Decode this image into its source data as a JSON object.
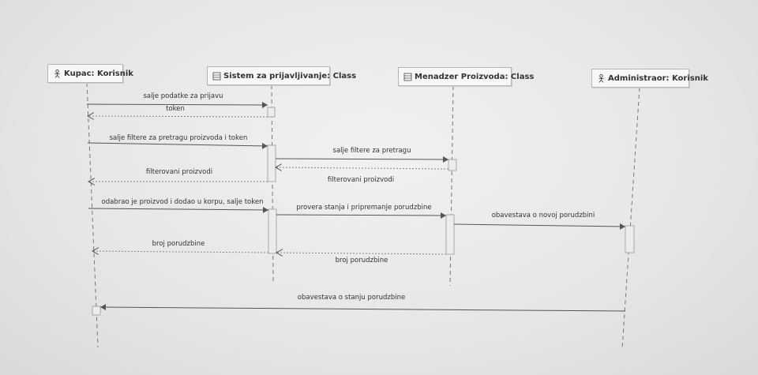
{
  "lifelines": [
    {
      "label": "Kupac: Korisnik",
      "icon": "actor-icon"
    },
    {
      "label": "Sistem za prijavljivanje: Class",
      "icon": "class-icon"
    },
    {
      "label": "Menadzer Proizvoda: Class",
      "icon": "class-icon"
    },
    {
      "label": "Administraor: Korisnik",
      "icon": "actor-icon"
    }
  ],
  "messages": [
    {
      "label": "salje podatke za prijavu",
      "kind": "sync"
    },
    {
      "label": "token",
      "kind": "return"
    },
    {
      "label": "salje filtere za pretragu proizvoda i token",
      "kind": "sync"
    },
    {
      "label": "salje filtere za pretragu",
      "kind": "sync"
    },
    {
      "label": "filterovani proizvodi",
      "kind": "return"
    },
    {
      "label": "filterovani proizvodi",
      "kind": "return"
    },
    {
      "label": "odabrao je proizvod i dodao u korpu, salje token",
      "kind": "sync"
    },
    {
      "label": "provera stanja i pripremanje porudzbine",
      "kind": "sync"
    },
    {
      "label": "obavestava o novoj porudzbini",
      "kind": "sync"
    },
    {
      "label": "broj porudzbine",
      "kind": "return"
    },
    {
      "label": "broj porudzbine",
      "kind": "return"
    },
    {
      "label": "obavestava o stanju porudzbine",
      "kind": "sync"
    }
  ]
}
